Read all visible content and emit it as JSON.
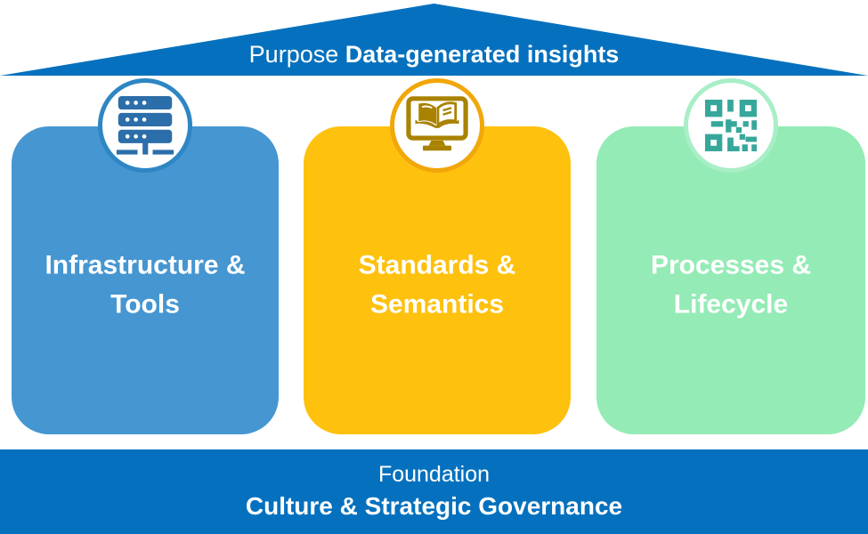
{
  "colors": {
    "roof_bg": "#0571BE",
    "foundation_bg": "#0571BE",
    "text_on_blue": "#FFFFFF",
    "card1_bg": "#4596D1",
    "card2_bg": "#FEC10D",
    "card3_bg": "#94EBB6",
    "ring1": "#2E86C4",
    "glyph1": "#2B6EA9",
    "ring2": "#F1A70B",
    "glyph2": "#A98200",
    "ring3": "#A8EEC6",
    "glyph3": "#38A79B",
    "dot_white": "#FFFFFF"
  },
  "roof": {
    "label": "Purpose",
    "title": "Data-generated insights"
  },
  "pillars": [
    {
      "icon": "server-icon",
      "title_line1": "Infrastructure &",
      "title_line2": "Tools"
    },
    {
      "icon": "monitor-book-icon",
      "title_line1": "Standards &",
      "title_line2": "Semantics"
    },
    {
      "icon": "qr-code-icon",
      "title_line1": "Processes &",
      "title_line2": "Lifecycle"
    }
  ],
  "foundation": {
    "label": "Foundation",
    "title": "Culture & Strategic Governance"
  }
}
